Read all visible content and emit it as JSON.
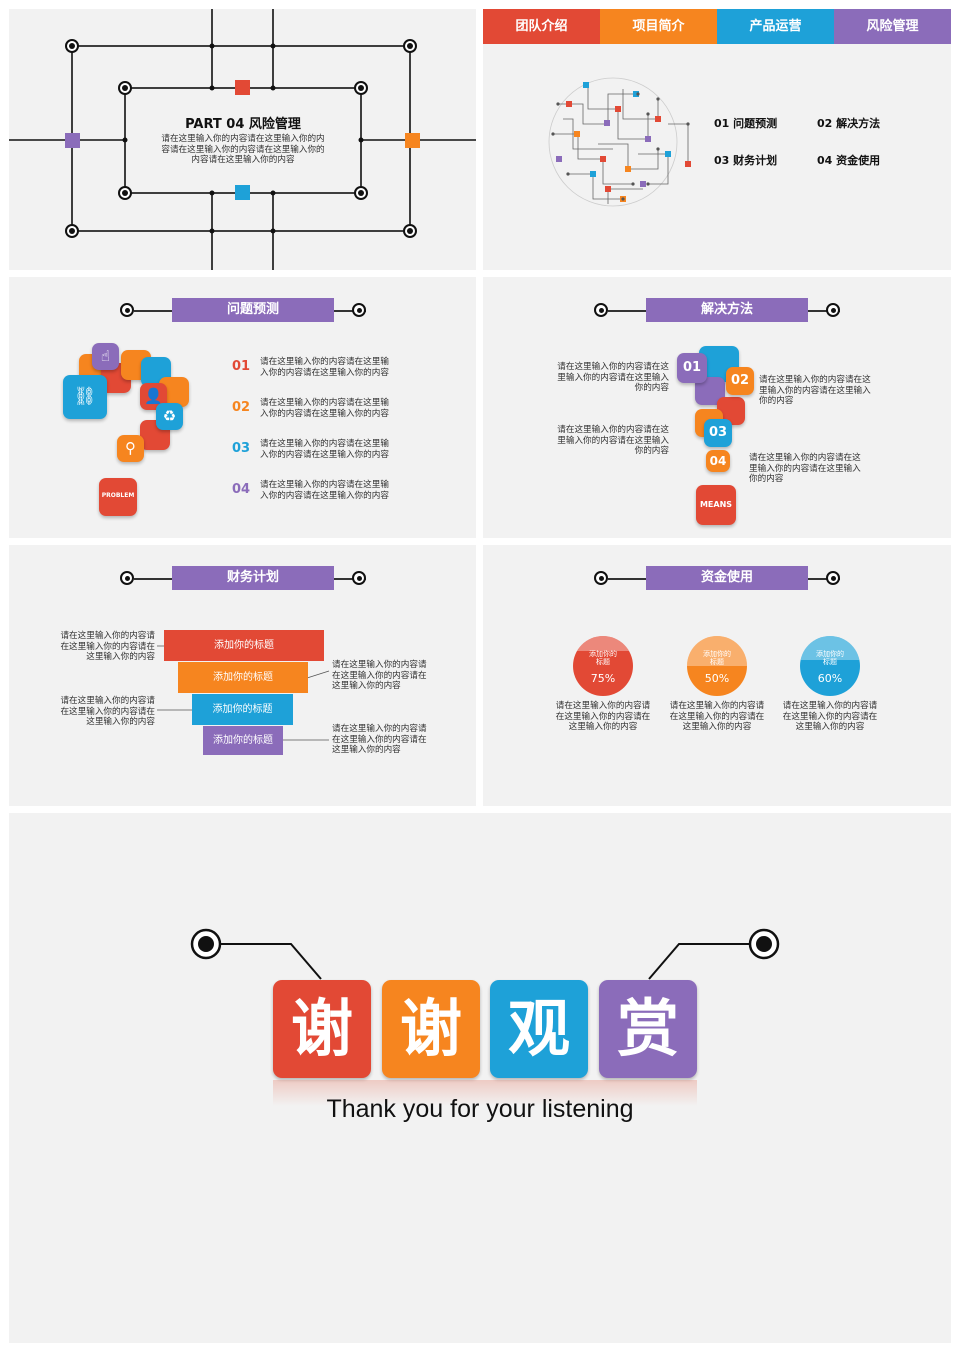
{
  "colors": {
    "red": "#e24935",
    "orange": "#f6851f",
    "blue": "#1ea1d8",
    "purple": "#8b6cba"
  },
  "slide1": {
    "title": "PART 04  风险管理",
    "lines": [
      "请在这里输入你的内容请在这里输入你的内",
      "容请在这里输入你的内容请在这里输入你的",
      "内容请在这里输入你的内容"
    ]
  },
  "slide2": {
    "tabs": [
      "团队介绍",
      "项目简介",
      "产品运营",
      "风险管理"
    ],
    "menu": [
      "01  问题预测",
      "02  解决方法",
      "03  财务计划",
      "04  资金使用"
    ]
  },
  "slide3": {
    "header": "问题预测",
    "badge": "PROBLEM",
    "items": [
      {
        "num": "01",
        "lines": [
          "请在这里输入你的内容请在这里输",
          "入你的内容请在这里输入你的内容"
        ]
      },
      {
        "num": "02",
        "lines": [
          "请在这里输入你的内容请在这里输",
          "入你的内容请在这里输入你的内容"
        ]
      },
      {
        "num": "03",
        "lines": [
          "请在这里输入你的内容请在这里输",
          "入你的内容请在这里输入你的内容"
        ]
      },
      {
        "num": "04",
        "lines": [
          "请在这里输入你的内容请在这里输",
          "入你的内容请在这里输入你的内容"
        ]
      }
    ]
  },
  "slide4": {
    "header": "解决方法",
    "badge": "MEANS",
    "nums": [
      "01",
      "02",
      "03",
      "04"
    ],
    "left1": [
      "请在这里输入你的内容请在这",
      "里输入你的内容请在这里输入",
      "你的内容"
    ],
    "left2": [
      "请在这里输入你的内容请在这",
      "里输入你的内容请在这里输入",
      "你的内容"
    ],
    "right1": [
      "请在这里输入你的内容请在这",
      "里输入你的内容请在这里输入",
      "你的内容"
    ],
    "right2": [
      "请在这里输入你的内容请在这",
      "里输入你的内容请在这里输入",
      "你的内容"
    ]
  },
  "slide5": {
    "header": "财务计划",
    "ribbons": [
      "添加你的标题",
      "添加你的标题",
      "添加你的标题",
      "添加你的标题"
    ],
    "left1": [
      "请在这里输入你的内容请",
      "在这里输入你的内容请在",
      "这里输入你的内容"
    ],
    "left2": [
      "请在这里输入你的内容请",
      "在这里输入你的内容请在",
      "这里输入你的内容"
    ],
    "right1": [
      "请在这里输入你的内容请",
      "在这里输入你的内容请在",
      "这里输入你的内容"
    ],
    "right2": [
      "请在这里输入你的内容请",
      "在这里输入你的内容请在",
      "这里输入你的内容"
    ]
  },
  "slide6": {
    "header": "资金使用",
    "circles": [
      {
        "title": [
          "添加你的",
          "标题"
        ],
        "percent": "75%",
        "value": 0.75,
        "lines": [
          "请在这里输入你的内容请",
          "在这里输入你的内容请在",
          "这里输入你的内容"
        ]
      },
      {
        "title": [
          "添加你的",
          "标题"
        ],
        "percent": "50%",
        "value": 0.5,
        "lines": [
          "请在这里输入你的内容请",
          "在这里输入你的内容请在",
          "这里输入你的内容"
        ]
      },
      {
        "title": [
          "添加你的",
          "标题"
        ],
        "percent": "60%",
        "value": 0.6,
        "lines": [
          "请在这里输入你的内容请",
          "在这里输入你的内容请在",
          "这里输入你的内容"
        ]
      }
    ]
  },
  "slide7": {
    "chars": [
      "谢",
      "谢",
      "观",
      "赏"
    ],
    "subtitle": "Thank you for your listening"
  }
}
